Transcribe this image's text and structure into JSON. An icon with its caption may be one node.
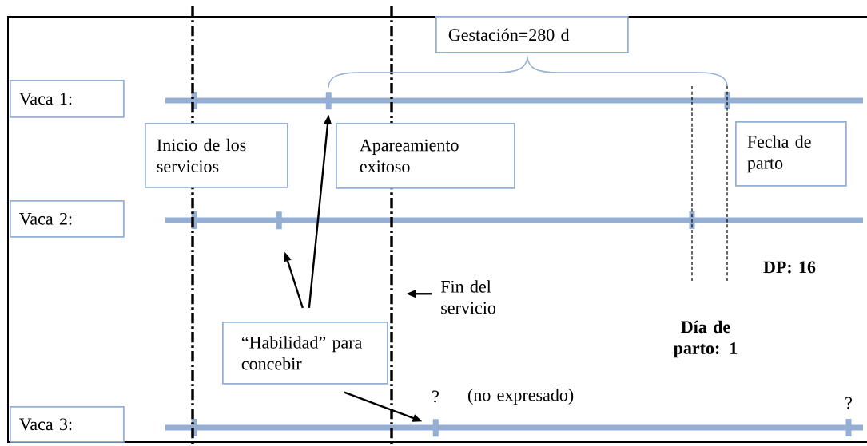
{
  "diagram": {
    "nodes": [
      {
        "text": [
          "Vaca 1:"
        ]
      },
      {
        "text": [
          "Gestación=280 d"
        ]
      },
      {
        "text": [
          "Inicio de los servicios"
        ]
      },
      {
        "text": [
          "Apareamiento exitoso"
        ]
      },
      {
        "text": [
          "Fecha de parto"
        ]
      },
      {
        "text": [
          "Vaca 2:"
        ]
      },
      {
        "text": [
          "Fin del servicio"
        ]
      },
      {
        "text": [
          "“Habilidad” para concebir"
        ]
      },
      {
        "text": [
          "Vaca 3:"
        ]
      },
      {
        "text": [],
        "shape": "bar"
      },
      {
        "text": [],
        "shape": "bar"
      },
      {
        "text": [],
        "shape": "bar"
      }
    ],
    "edges": [
      {
        "from": 7,
        "to": 9,
        "arrow": "to"
      },
      {
        "from": 7,
        "to": 10,
        "arrow": "to"
      },
      {
        "from": 6,
        "to": null,
        "arrow": "to"
      },
      {
        "from": 7,
        "to": 11,
        "arrow": "to"
      }
    ],
    "labels": [
      "DP: 16",
      "Día de parto: 1",
      "?",
      "(no expresado)",
      "?"
    ]
  }
}
